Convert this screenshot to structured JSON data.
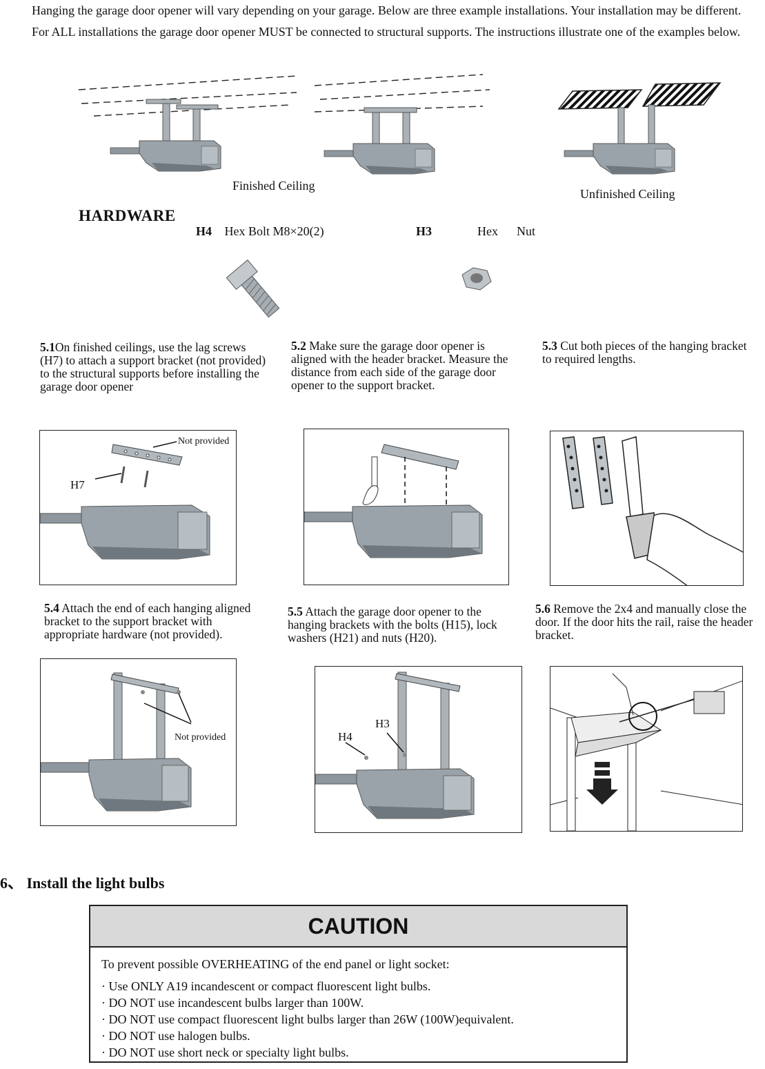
{
  "intro": "Hanging the garage door opener will vary depending on your garage. Below are three example installations. Your installation may be different. For ALL installations the garage door opener MUST be connected to structural supports. The instructions illustrate one of the examples below.",
  "top_figures": {
    "finished_caption": "Finished Ceiling",
    "unfinished_caption": "Unfinished Ceiling"
  },
  "hardware": {
    "title": "HARDWARE",
    "items": [
      {
        "code": "H4",
        "name": "Hex Bolt M8×20(2)"
      },
      {
        "code": "H3",
        "name": "Hex      Nut"
      }
    ]
  },
  "steps": [
    {
      "num": "5.1",
      "text": "On finished ceilings, use the lag screws (H7) to attach a support bracket (not provided)    to the structural supports before installing the garage door opener"
    },
    {
      "num": "5.2",
      "text": " Make sure the garage door opener is aligned with the header bracket. Measure the distance from each side of the garage door opener to the support bracket."
    },
    {
      "num": "5.3",
      "text": " Cut both pieces of the hanging bracket to required lengths."
    },
    {
      "num": "5.4",
      "text": " Attach the end of each hanging aligned bracket to the support bracket with appropriate hardware (not provided)."
    },
    {
      "num": "5.5",
      "text": " Attach the garage door opener to the hanging brackets with the bolts (H15), lock washers (H21) and nuts (H20)."
    },
    {
      "num": "5.6",
      "text": " Remove the 2x4 and manually close the door. If the door hits the rail, raise the header bracket."
    }
  ],
  "figure_labels": {
    "fig1_not_provided": "Not provided",
    "fig1_h7": "H7",
    "fig4_not_provided": "Not provided",
    "fig5_h3": "H3",
    "fig5_h4": "H4"
  },
  "section6": {
    "title": "6、 Install the light bulbs"
  },
  "caution": {
    "heading": "CAUTION",
    "lead": "To prevent possible OVERHEATING of the end panel or light socket:",
    "items": [
      "· Use ONLY A19 incandescent or compact fluorescent light bulbs.",
      "· DO NOT use incandescent bulbs larger than 100W.",
      "· DO NOT use compact fluorescent light bulbs larger than 26W (100W)equivalent.",
      "· DO NOT use halogen bulbs.",
      "· DO NOT use short neck or specialty light bulbs."
    ]
  },
  "colors": {
    "opener_body": "#8e979e",
    "opener_dark": "#5f676d",
    "caution_head_bg": "#d9d9d9"
  }
}
